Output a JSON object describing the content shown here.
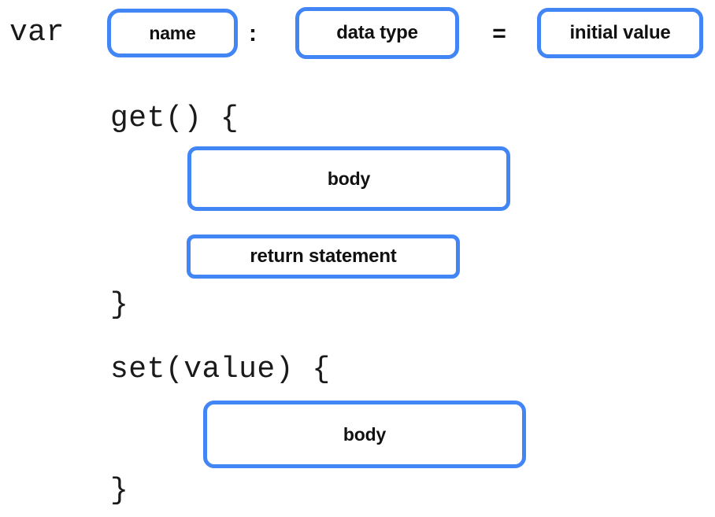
{
  "theme": {
    "accent": "#4285F4",
    "text": "#111111",
    "background": "#ffffff"
  },
  "declaration": {
    "keyword": "var",
    "name_placeholder": "name",
    "colon": ":",
    "data_type_placeholder": "data type",
    "equals": "=",
    "initial_value_placeholder": "initial value"
  },
  "getter": {
    "signature": "get() {",
    "body_placeholder": "body",
    "return_placeholder": "return statement",
    "close_brace": "}"
  },
  "setter": {
    "signature": "set(value) {",
    "body_placeholder": "body",
    "close_brace": "}"
  }
}
